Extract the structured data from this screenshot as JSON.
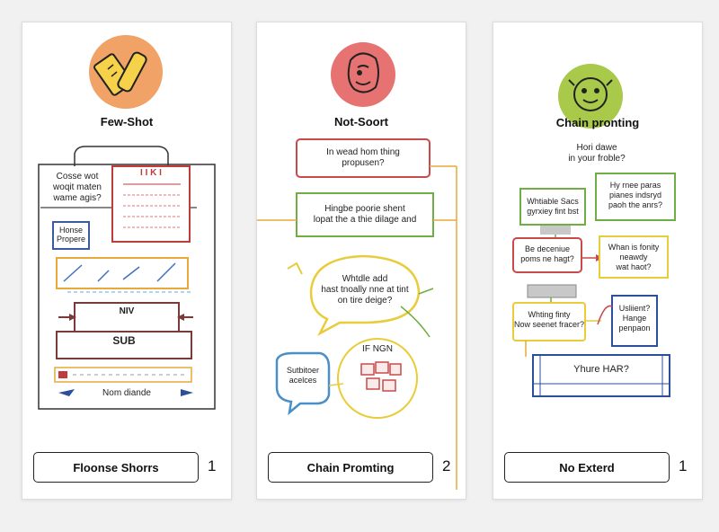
{
  "panels": [
    {
      "title": "Few-Shot",
      "icon": "pencil-ruler-icon",
      "icon_color": "#f0a267",
      "labels": {
        "question": "Cosse wot\nwoqit maten\nwame agis?",
        "side_box": "Honse\nPropere",
        "header_box": "I I K I",
        "mid_label": "NIV",
        "sub_label": "SUB",
        "footer": "Nom diande"
      },
      "answer": "Floonse Shorrs",
      "number": "1"
    },
    {
      "title": "Not-Soort",
      "icon": "face-icon",
      "icon_color": "#e77272",
      "labels": {
        "question": "In wead hom thing\npropusen?",
        "step": "Hingbe poorie shent\nlopat the a thie dilage and",
        "bubble": "Whtdle add\nhast tnoally nne at tint\non tire deige?",
        "side_bubble": "Sutbitoer\nacelces",
        "grid_label": "IF NGN"
      },
      "answer": "Chain Promting",
      "number": "2"
    },
    {
      "title": "Chain pronting",
      "icon": "smiley-icon",
      "icon_color": "#a8c94a",
      "labels": {
        "question": "Hori dawe\nin your froble?",
        "note_top": "Hy rnee paras\npianes indsryd\npaoh the anrs?",
        "step_a": "Whtiable Sacs\ngyrxiey fint bst",
        "step_b": "Be deceniue\npoms ne hagt?",
        "note_mid": "Whan is fonity\nneawdy\nwat haot?",
        "step_c": "Whting finty\nNow seenet fracer?",
        "callout": "Usliient?\nHange\npenpaon",
        "result": "Yhure HAR?"
      },
      "answer": "No Exterd",
      "number": "1"
    }
  ]
}
